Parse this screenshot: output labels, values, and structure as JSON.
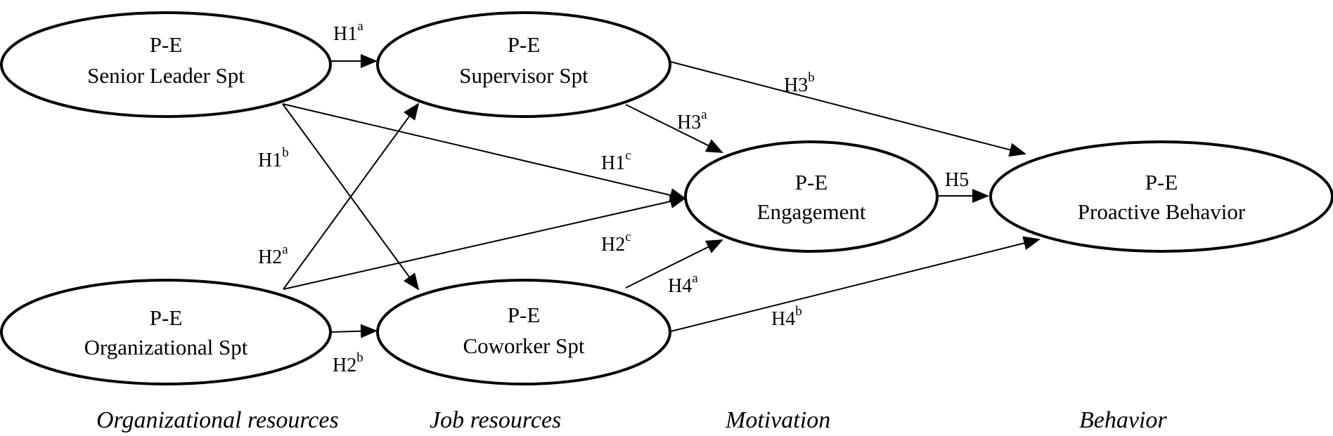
{
  "nodes": {
    "senior": {
      "line1": "P-E",
      "line2": "Senior Leader Spt"
    },
    "supervisor": {
      "line1": "P-E",
      "line2": "Supervisor Spt"
    },
    "organizational": {
      "line1": "P-E",
      "line2": "Organizational Spt"
    },
    "coworker": {
      "line1": "P-E",
      "line2": "Coworker Spt"
    },
    "engagement": {
      "line1": "P-E",
      "line2": "Engagement"
    },
    "proactive": {
      "line1": "P-E",
      "line2": "Proactive Behavior"
    }
  },
  "edges": {
    "h1a": {
      "label": "H1",
      "sup": "a"
    },
    "h1b": {
      "label": "H1",
      "sup": "b"
    },
    "h1c": {
      "label": "H1",
      "sup": "c"
    },
    "h2a": {
      "label": "H2",
      "sup": "a"
    },
    "h2b": {
      "label": "H2",
      "sup": "b"
    },
    "h2c": {
      "label": "H2",
      "sup": "c"
    },
    "h3a": {
      "label": "H3",
      "sup": "a"
    },
    "h3b": {
      "label": "H3",
      "sup": "b"
    },
    "h4a": {
      "label": "H4",
      "sup": "a"
    },
    "h4b": {
      "label": "H4",
      "sup": "b"
    },
    "h5": {
      "label": "H5",
      "sup": ""
    }
  },
  "categories": {
    "organizational": "Organizational resources",
    "job": "Job resources",
    "motivation": "Motivation",
    "behavior": "Behavior"
  }
}
